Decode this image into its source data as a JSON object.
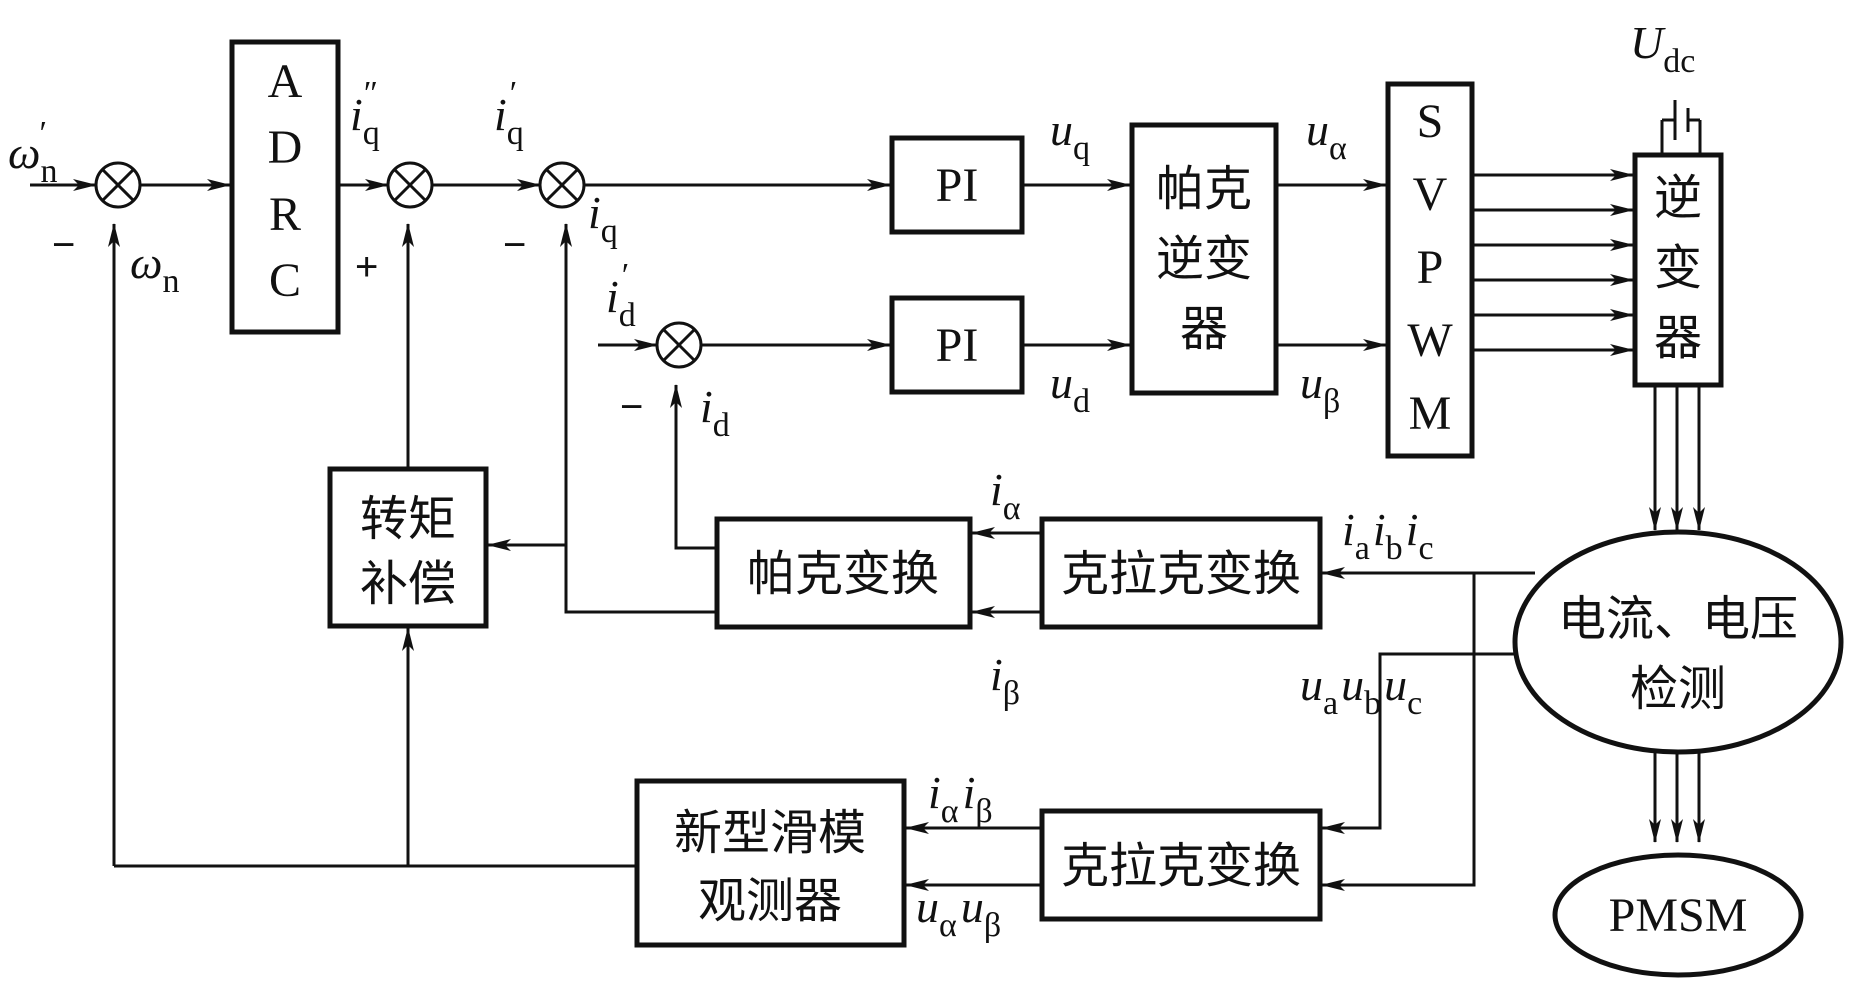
{
  "blocks": {
    "adrc": [
      "A",
      "D",
      "R",
      "C"
    ],
    "pi_q": "PI",
    "pi_d": "PI",
    "inv_park": [
      "帕克",
      "逆变",
      "器"
    ],
    "svpwm": [
      "S",
      "V",
      "P",
      "W",
      "M"
    ],
    "inverter": [
      "逆",
      "变",
      "器"
    ],
    "torque_comp": [
      "转矩",
      "补偿"
    ],
    "park": "帕克变换",
    "clarke_current": "克拉克变换",
    "clarke_voltage": "克拉克变换",
    "smo": [
      "新型滑模",
      "观测器"
    ],
    "detection": [
      "电流、电压",
      "检测"
    ],
    "pmsm": "PMSM"
  },
  "signals": {
    "omega_ref": {
      "base": "ω",
      "sub": "n",
      "prime": "′"
    },
    "omega_fb": {
      "base": "ω",
      "sub": "n"
    },
    "iq_dprime": {
      "base": "i",
      "sub": "q",
      "prime": "″"
    },
    "iq_prime": {
      "base": "i",
      "sub": "q",
      "prime": "′"
    },
    "iq": {
      "base": "i",
      "sub": "q"
    },
    "id_prime": {
      "base": "i",
      "sub": "d",
      "prime": "′"
    },
    "id": {
      "base": "i",
      "sub": "d"
    },
    "uq": {
      "base": "u",
      "sub": "q"
    },
    "ud": {
      "base": "u",
      "sub": "d"
    },
    "ualpha": {
      "base": "u",
      "sub": "α"
    },
    "ubeta": {
      "base": "u",
      "sub": "β"
    },
    "udc": {
      "base": "U",
      "sub": "dc"
    },
    "ialpha": {
      "base": "i",
      "sub": "α"
    },
    "ibeta": {
      "base": "i",
      "sub": "β"
    },
    "iabc": [
      {
        "base": "i",
        "sub": "a"
      },
      {
        "base": "i",
        "sub": "b"
      },
      {
        "base": "i",
        "sub": "c"
      }
    ],
    "uabc": [
      {
        "base": "u",
        "sub": "a"
      },
      {
        "base": "u",
        "sub": "b"
      },
      {
        "base": "u",
        "sub": "c"
      }
    ],
    "ialphabeta": [
      {
        "base": "i",
        "sub": "α"
      },
      {
        "base": "i",
        "sub": "β"
      }
    ],
    "ualphabeta": [
      {
        "base": "u",
        "sub": "α"
      },
      {
        "base": "u",
        "sub": "β"
      }
    ]
  },
  "signs": {
    "speed_minus": "−",
    "iq_plus": "+",
    "iq_minus": "−",
    "id_minus": "−"
  }
}
